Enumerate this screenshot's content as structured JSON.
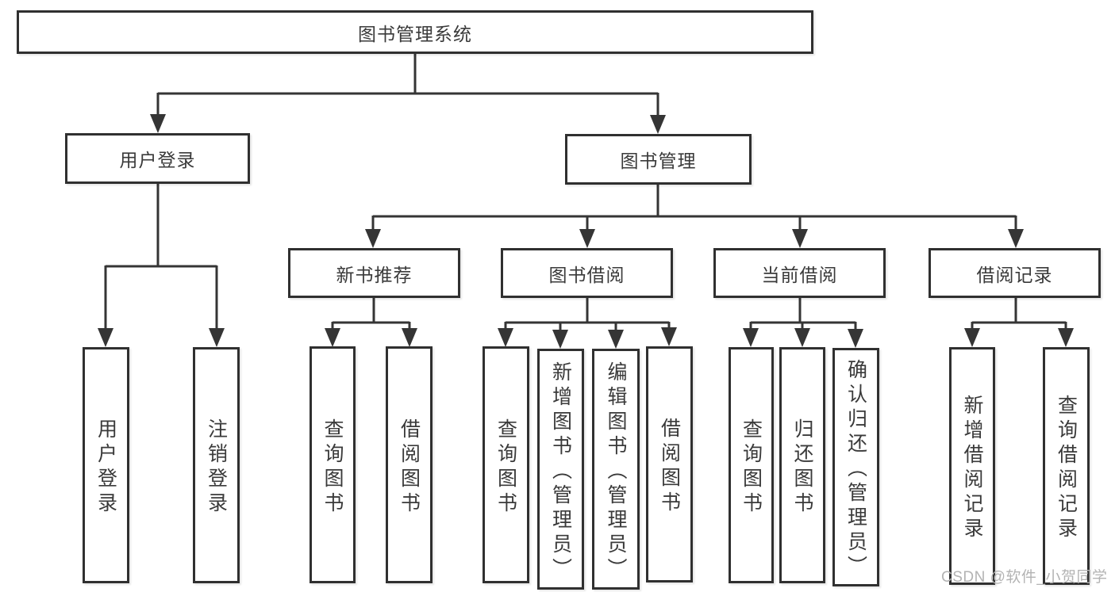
{
  "nodes": {
    "root": "图书管理系统",
    "user_login": "用户登录",
    "book_management": "图书管理",
    "new_book_recommend": "新书推荐",
    "book_borrow": "图书借阅",
    "current_borrow": "当前借阅",
    "borrow_records": "借阅记录"
  },
  "leaves": {
    "user_login": "用户登录",
    "logout": "注销登录",
    "query_book_recommend": "查询图书",
    "borrow_book_recommend": "借阅图书",
    "query_book_borrow": "查询图书",
    "add_book_admin": "新增图书（管理员）",
    "edit_book_admin": "编辑图书（管理员）",
    "borrow_book_borrow": "借阅图书",
    "query_book_current": "查询图书",
    "return_book": "归还图书",
    "confirm_return_admin": "确认归还（管理员）",
    "add_borrow_record": "新增借阅记录",
    "query_borrow_record": "查询借阅记录"
  },
  "watermark": "CSDN @软件_小贺同学",
  "colors": {
    "line": "#353535",
    "box_border": "#303030",
    "text": "#3a3a3a",
    "background": "#ffffff",
    "watermark": "#b3b3b3"
  }
}
